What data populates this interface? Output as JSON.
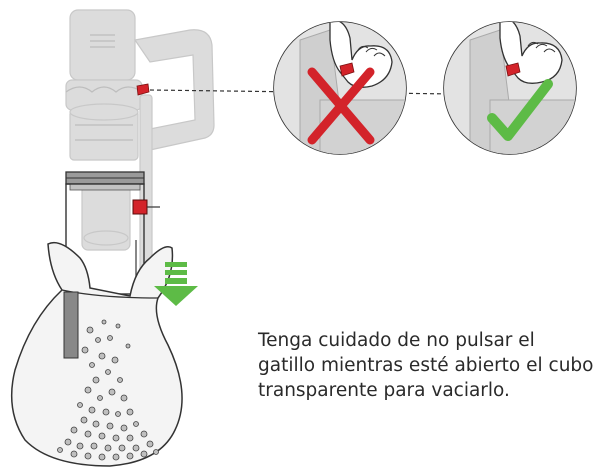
{
  "caption": {
    "lines": [
      "Tenga cuidado de no pulsar el",
      "gatillo mientras esté abierto el cubo",
      "transparente para vaciarlo."
    ]
  },
  "icons": {
    "wrong": "red-cross-icon",
    "right": "green-check-icon",
    "arrow": "green-down-arrow-icon"
  },
  "colors": {
    "trigger_red": "#d3232a",
    "check_green": "#5dbb46",
    "vacuum_grey": "#d9d9d9",
    "outline": "#333333",
    "bag_fill": "#f4f4f4"
  }
}
